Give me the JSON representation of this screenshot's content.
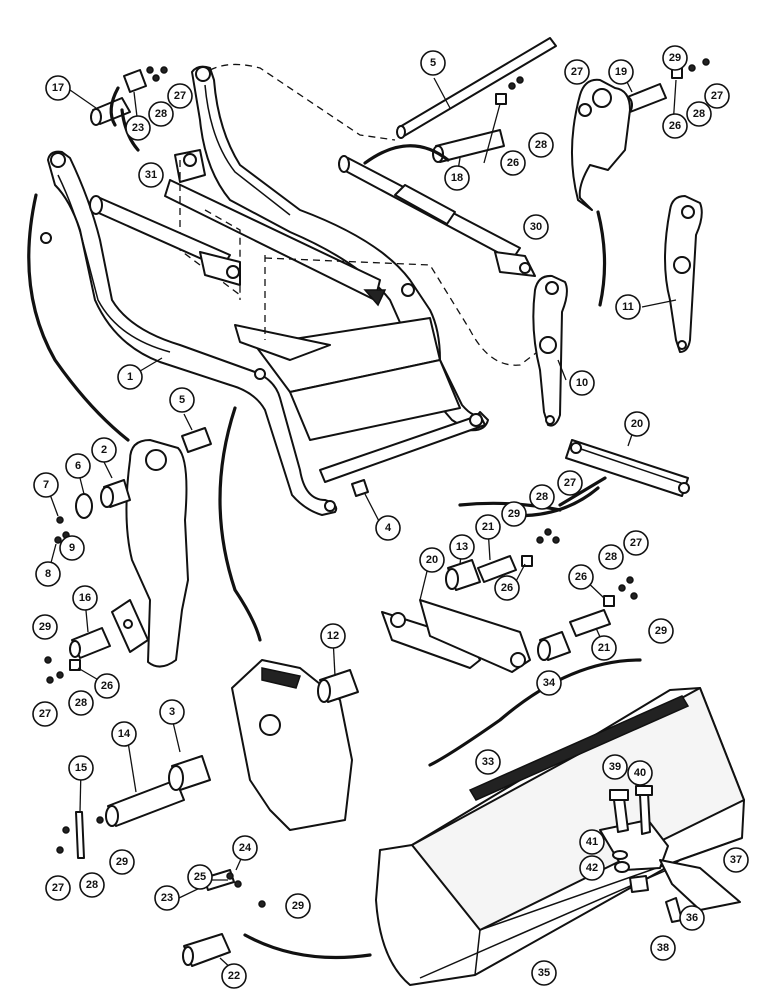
{
  "callouts": [
    {
      "id": "1",
      "label": "1"
    },
    {
      "id": "2",
      "label": "2"
    },
    {
      "id": "3",
      "label": "3"
    },
    {
      "id": "4",
      "label": "4"
    },
    {
      "id": "5a",
      "label": "5"
    },
    {
      "id": "5b",
      "label": "5"
    },
    {
      "id": "6",
      "label": "6"
    },
    {
      "id": "7",
      "label": "7"
    },
    {
      "id": "8",
      "label": "8"
    },
    {
      "id": "9",
      "label": "9"
    },
    {
      "id": "10",
      "label": "10"
    },
    {
      "id": "11",
      "label": "11"
    },
    {
      "id": "12",
      "label": "12"
    },
    {
      "id": "13",
      "label": "13"
    },
    {
      "id": "14",
      "label": "14"
    },
    {
      "id": "15",
      "label": "15"
    },
    {
      "id": "16",
      "label": "16"
    },
    {
      "id": "17",
      "label": "17"
    },
    {
      "id": "18",
      "label": "18"
    },
    {
      "id": "19",
      "label": "19"
    },
    {
      "id": "20a",
      "label": "20"
    },
    {
      "id": "20b",
      "label": "20"
    },
    {
      "id": "21a",
      "label": "21"
    },
    {
      "id": "21b",
      "label": "21"
    },
    {
      "id": "22",
      "label": "22"
    },
    {
      "id": "23a",
      "label": "23"
    },
    {
      "id": "23b",
      "label": "23"
    },
    {
      "id": "24",
      "label": "24"
    },
    {
      "id": "25",
      "label": "25"
    },
    {
      "id": "26a",
      "label": "26"
    },
    {
      "id": "26b",
      "label": "26"
    },
    {
      "id": "26c",
      "label": "26"
    },
    {
      "id": "26d",
      "label": "26"
    },
    {
      "id": "26e",
      "label": "26"
    },
    {
      "id": "27a",
      "label": "27"
    },
    {
      "id": "27b",
      "label": "27"
    },
    {
      "id": "27c",
      "label": "27"
    },
    {
      "id": "27d",
      "label": "27"
    },
    {
      "id": "27e",
      "label": "27"
    },
    {
      "id": "27f",
      "label": "27"
    },
    {
      "id": "27g",
      "label": "27"
    },
    {
      "id": "28a",
      "label": "28"
    },
    {
      "id": "28b",
      "label": "28"
    },
    {
      "id": "28c",
      "label": "28"
    },
    {
      "id": "28d",
      "label": "28"
    },
    {
      "id": "28e",
      "label": "28"
    },
    {
      "id": "28f",
      "label": "28"
    },
    {
      "id": "28g",
      "label": "28"
    },
    {
      "id": "29a",
      "label": "29"
    },
    {
      "id": "29b",
      "label": "29"
    },
    {
      "id": "29c",
      "label": "29"
    },
    {
      "id": "29d",
      "label": "29"
    },
    {
      "id": "29e",
      "label": "29"
    },
    {
      "id": "29f",
      "label": "29"
    },
    {
      "id": "30",
      "label": "30"
    },
    {
      "id": "31",
      "label": "31"
    },
    {
      "id": "33",
      "label": "33"
    },
    {
      "id": "34",
      "label": "34"
    },
    {
      "id": "35",
      "label": "35"
    },
    {
      "id": "36",
      "label": "36"
    },
    {
      "id": "37",
      "label": "37"
    },
    {
      "id": "38",
      "label": "38"
    },
    {
      "id": "39",
      "label": "39"
    },
    {
      "id": "40",
      "label": "40"
    },
    {
      "id": "41",
      "label": "41"
    },
    {
      "id": "42",
      "label": "42"
    }
  ]
}
